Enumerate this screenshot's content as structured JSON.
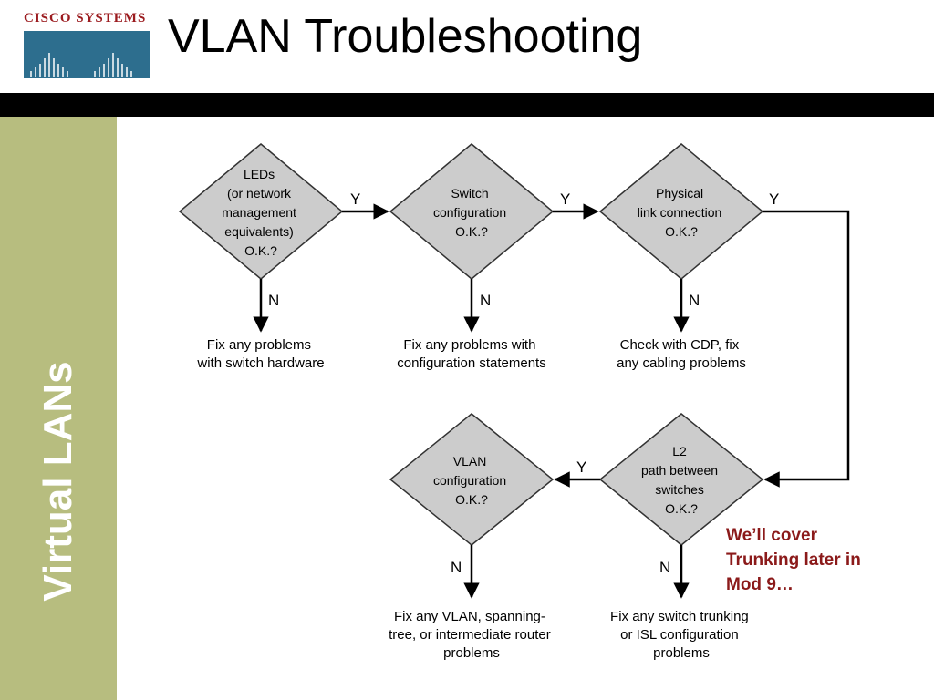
{
  "header": {
    "logo_text": "CISCO SYSTEMS",
    "title": "VLAN Troubleshooting"
  },
  "sidebar": {
    "label": "Virtual LANs"
  },
  "flowchart": {
    "decisions": {
      "leds": [
        "LEDs",
        "(or network",
        "management",
        "equivalents)",
        "O.K.?"
      ],
      "switch_config": [
        "Switch",
        "configuration",
        "O.K.?"
      ],
      "physical_link": [
        "Physical",
        "link connection",
        "O.K.?"
      ],
      "l2_path": [
        "L2",
        "path between",
        "switches",
        "O.K.?"
      ],
      "vlan_config": [
        "VLAN",
        "configuration",
        "O.K.?"
      ]
    },
    "actions": {
      "fix_hardware": [
        "Fix any problems",
        "with switch hardware"
      ],
      "fix_config": [
        "Fix any problems with",
        "configuration statements"
      ],
      "check_cdp": [
        "Check with CDP, fix",
        "any cabling problems"
      ],
      "fix_trunking": [
        "Fix any switch trunking",
        "or ISL configuration",
        "problems"
      ],
      "fix_vlan": [
        "Fix any VLAN, spanning-",
        "tree, or intermediate router",
        "problems"
      ]
    },
    "yes_label": "Y",
    "no_label": "N"
  },
  "note": {
    "lines": [
      "We’ll cover",
      "Trunking later in",
      "Mod 9…"
    ]
  },
  "colors": {
    "diamond_fill": "#cccccc",
    "sidebar": "#b7bd7f",
    "note": "#8b1a1a",
    "logo_red": "#9b1b1f",
    "logo_blue": "#2d6e8e"
  }
}
